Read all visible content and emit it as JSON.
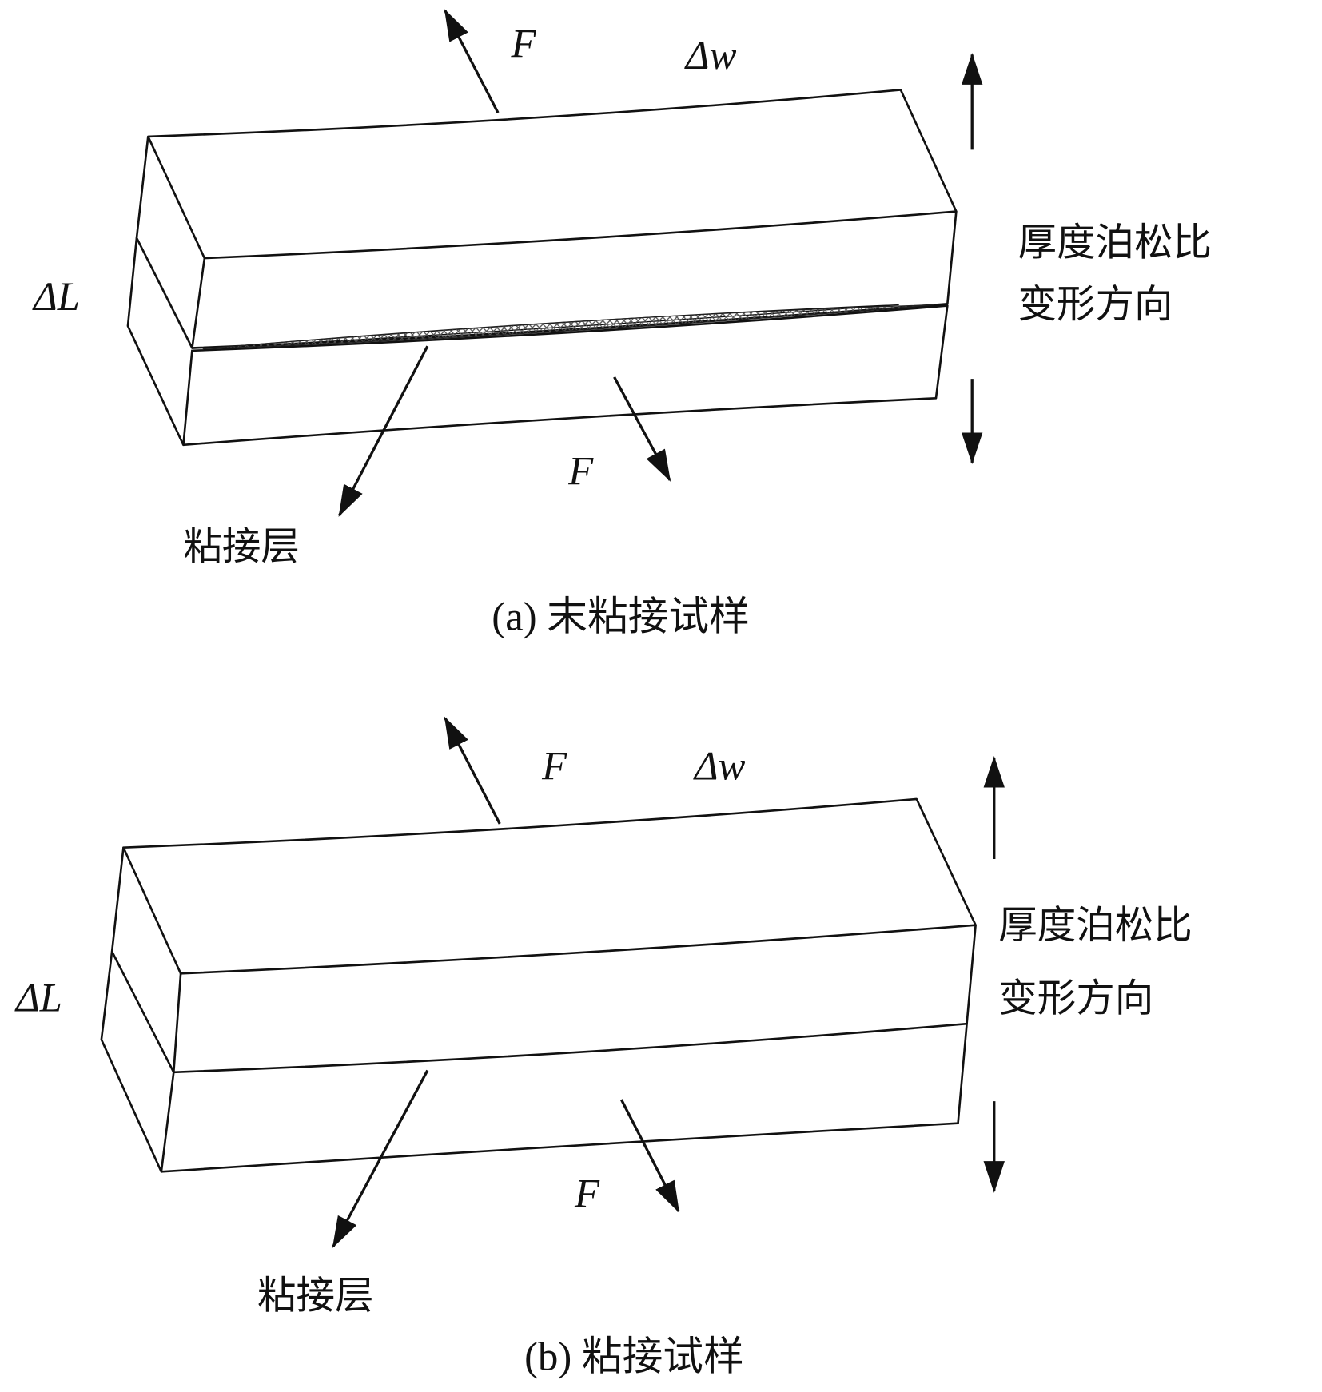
{
  "panel_a": {
    "force_top": "F",
    "force_bottom": "F",
    "delta_w": "Δw",
    "delta_l": "ΔL",
    "poisson_line1": "厚度泊松比",
    "poisson_line2": "变形方向",
    "adhesive_label": "粘接层",
    "caption": "(a) 末粘接试样"
  },
  "panel_b": {
    "force_top": "F",
    "force_bottom": "F",
    "delta_w": "Δw",
    "delta_l": "ΔL",
    "poisson_line1": "厚度泊松比",
    "poisson_line2": "变形方向",
    "adhesive_label": "粘接层",
    "caption": "(b) 粘接试样"
  }
}
